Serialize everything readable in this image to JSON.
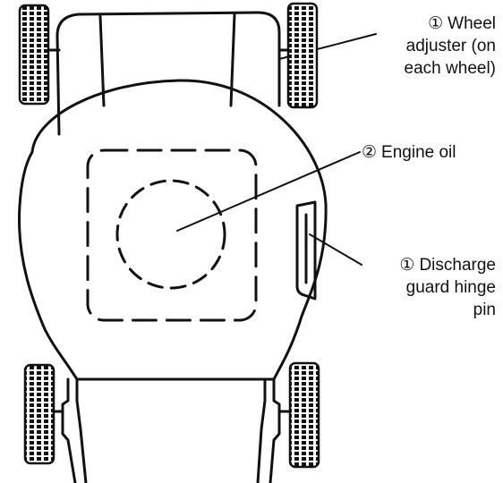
{
  "callouts": {
    "wheel_adjuster": {
      "number": "①",
      "lines": [
        "Wheel",
        "adjuster (on",
        "each wheel)"
      ]
    },
    "engine_oil": {
      "number": "②",
      "lines": [
        "Engine oil"
      ]
    },
    "discharge_pin": {
      "number": "①",
      "lines": [
        "Discharge",
        "guard hinge",
        "pin"
      ]
    }
  }
}
